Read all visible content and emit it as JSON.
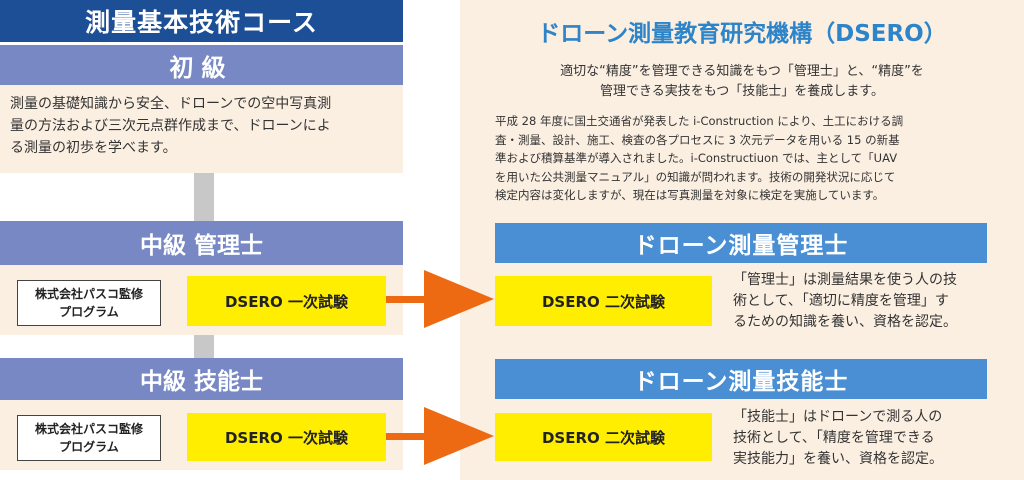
{
  "left": {
    "course_title": "測量基本技術コース",
    "beginner": {
      "label": "初級",
      "lines": [
        "測量の基礎知識から安全、ドローンでの空中写真測",
        "量の方法および三次元点群作成まで、ドローンによ",
        "る測量の初歩を学べます。"
      ]
    },
    "mid_manager": {
      "label": "中級 管理士",
      "program_lines": [
        "株式会社パスコ監修",
        "プログラム"
      ],
      "exam_label": "DSERO 一次試験"
    },
    "mid_technician": {
      "label": "中級 技能士",
      "program_lines": [
        "株式会社パスコ監修",
        "プログラム"
      ],
      "exam_label": "DSERO 一次試験"
    }
  },
  "right": {
    "org_title": "ドローン測量教育研究機構（DSERO）",
    "lead_lines": [
      "適切な“精度”を管理できる知識をもつ「管理士」と、“精度”を",
      "管理できる実技をもつ「技能士」を養成します。"
    ],
    "body_lines": [
      "平成 28 年度に国土交通省が発表した i-Construction により、土工における調",
      "査・測量、設計、施工、検査の各プロセスに 3 次元データを用いる 15 の新基",
      "準および積算基準が導入されました。i-Constructiuon では、主として「UAV",
      "を用いた公共測量マニュアル」の知識が問われます。技術の開発状況に応じて",
      "検定内容は変化しますが、現在は写真測量を対象に検定を実施しています。"
    ],
    "manager": {
      "title": "ドローン測量管理士",
      "exam_label": "DSERO 二次試験",
      "desc_lines": [
        "「管理士」は測量結果を使う人の技",
        "術として、「適切に精度を管理」す",
        "るための知識を養い、資格を認定。"
      ]
    },
    "technician": {
      "title": "ドローン測量技能士",
      "exam_label": "DSERO 二次試験",
      "desc_lines": [
        "「技能士」はドローンで測る人の",
        "技術として、「精度を管理できる",
        "実技能力」を養い、資格を認定。"
      ]
    }
  },
  "colors": {
    "navy": "#1c4f95",
    "level_bar": "#7788c4",
    "role_bar": "#4a8fd4",
    "org_title": "#2e84c8",
    "exam_yellow": "#ffee00",
    "arrow_orange": "#ee6a12",
    "panel_bg": "#fbefe2",
    "connector": "#c8c8c8"
  }
}
